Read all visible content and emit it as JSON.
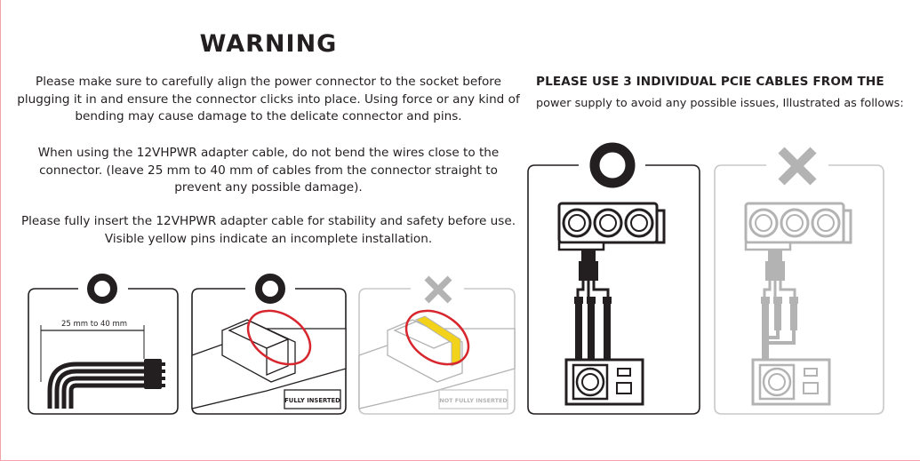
{
  "warning": {
    "title": "WARNING",
    "paragraphs": [
      "Please make sure to carefully align the power connector to the socket before\nplugging it in and ensure the connector clicks into place. Using force or any kind of\nbending may cause damage to the delicate connector and pins.",
      "When using the 12VHPWR adapter cable, do not bend the wires close to the\nconnector. (leave 25 mm to 40 mm  of cables from the connector straight to\nprevent any possible damage).",
      "Please fully insert the 12VHPWR adapter cable for stability and safety before use.\nVisible yellow pins indicate an incomplete installation."
    ]
  },
  "cable_note": {
    "heading": "PLEASE USE 3 INDIVIDUAL PCIE CABLES FROM THE",
    "text": "power supply to avoid any possible issues, Illustrated as follows:"
  },
  "illustrations": {
    "measure_label": "25 mm to 40 mm",
    "fully_inserted_label": "FULLY INSERTED",
    "not_fully_inserted_label": "NOT FULLY INSERTED"
  },
  "colors": {
    "correct": "#231f20",
    "incorrect": "#b3b3b3",
    "highlight_ring": "#d7262d",
    "pins": "#f2d21b"
  },
  "icons": [
    "correct-o-icon",
    "wrong-x-icon"
  ]
}
